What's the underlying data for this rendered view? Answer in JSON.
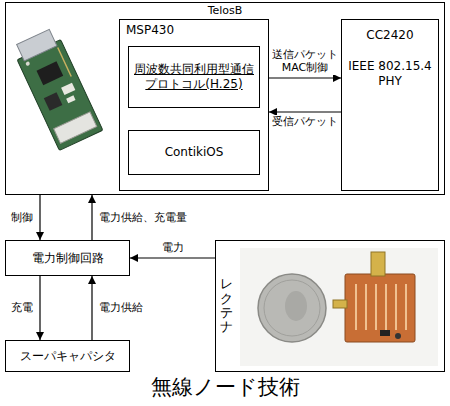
{
  "diagram": {
    "caption": "無線ノード技術",
    "nodes": [
      {
        "text": [
          "TelosB"
        ]
      },
      {
        "text": [
          "MSP430"
        ],
        "in": 0
      },
      {
        "text": [
          "周波数共同利用型通信プロトコル(H.25)"
        ],
        "in": 1
      },
      {
        "text": [
          "ContikiOS"
        ],
        "in": 1
      },
      {
        "text": [
          "CC2420",
          "IEEE 802.15.4 PHY"
        ],
        "in": 0
      },
      {
        "text": [
          "電力制御回路"
        ]
      },
      {
        "text": [
          "レクテナ"
        ]
      },
      {
        "text": [
          "スーパキャパシタ"
        ]
      }
    ],
    "edges": [
      {
        "from": 1,
        "to": 4,
        "arrow": "to",
        "label": "送信パケット MAC制御"
      },
      {
        "from": 4,
        "to": 1,
        "arrow": "to",
        "label": "受信パケット"
      },
      {
        "from": 0,
        "to": 5,
        "arrow": "to",
        "label": "制御"
      },
      {
        "from": 5,
        "to": 0,
        "arrow": "to",
        "label": "電力供給、充電量"
      },
      {
        "from": 6,
        "to": 5,
        "arrow": "to",
        "label": "電力"
      },
      {
        "from": 5,
        "to": 7,
        "arrow": "to",
        "label": "充電"
      },
      {
        "from": 7,
        "to": 5,
        "arrow": "to",
        "label": "電力供給"
      }
    ]
  }
}
